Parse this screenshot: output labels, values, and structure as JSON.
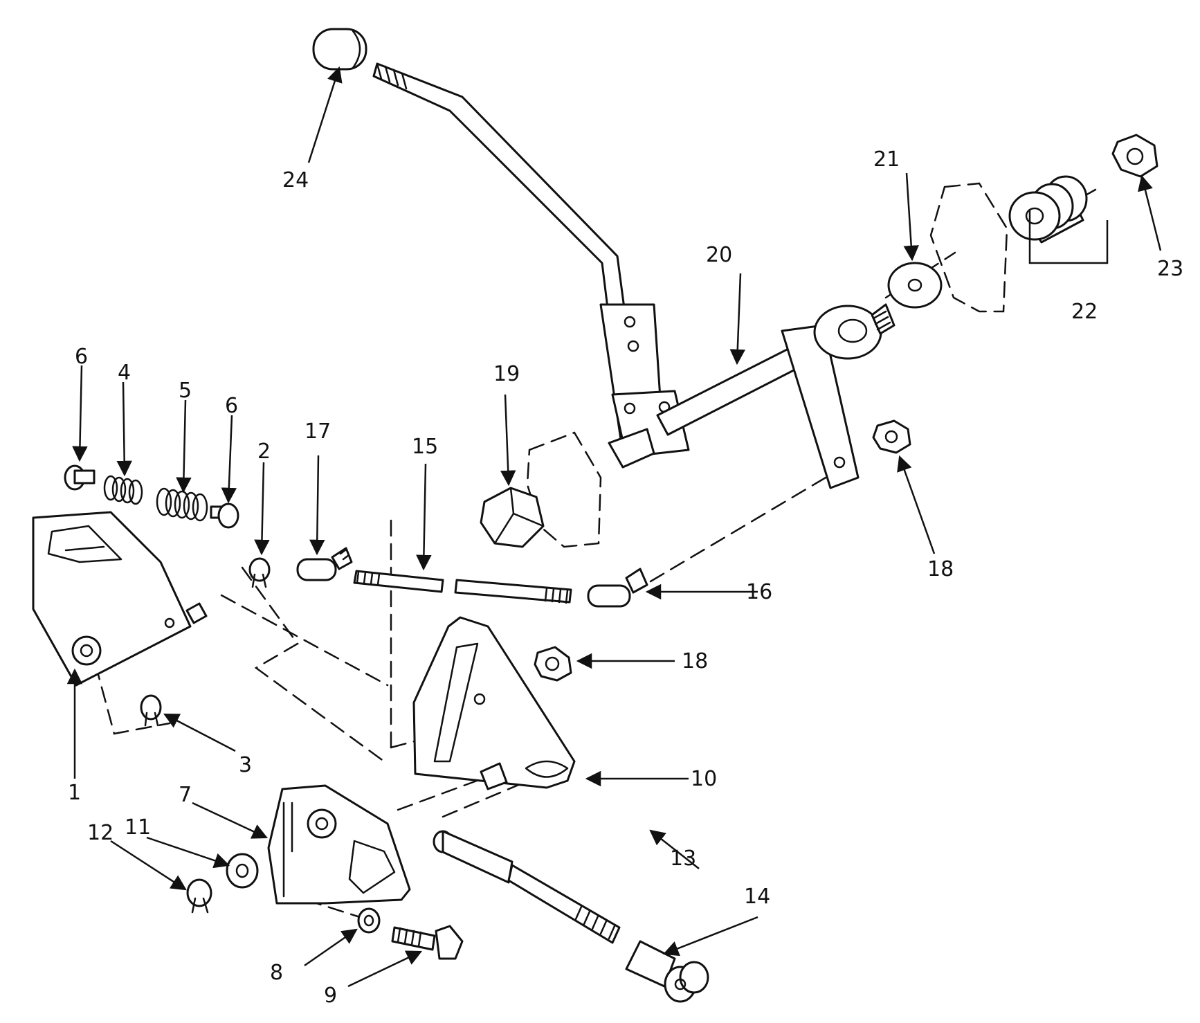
{
  "callouts": {
    "c1": "1",
    "c2": "2",
    "c3": "3",
    "c4": "4",
    "c5": "5",
    "c6a": "6",
    "c6b": "6",
    "c7": "7",
    "c8": "8",
    "c9": "9",
    "c10": "10",
    "c11": "11",
    "c12": "12",
    "c13": "13",
    "c14": "14",
    "c15": "15",
    "c16": "16",
    "c17": "17",
    "c18a": "18",
    "c18b": "18",
    "c19": "19",
    "c20": "20",
    "c21": "21",
    "c22": "22",
    "c23": "23",
    "c24": "24"
  }
}
